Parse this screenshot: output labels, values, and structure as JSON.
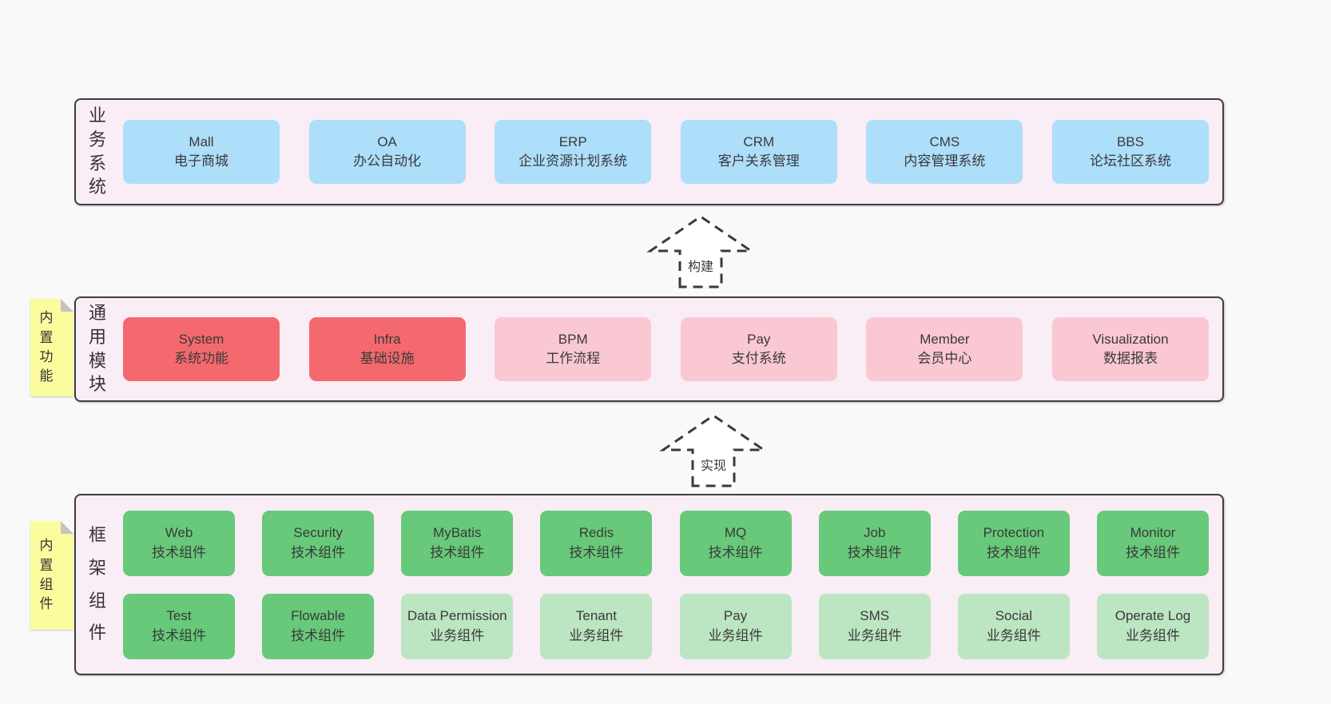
{
  "page": {
    "background": "#f9f9f9",
    "panel_background": "#f9edf6",
    "panel_border": "#3f3f3f",
    "note_background": "#fbfc9e",
    "note_fold": "#c4c4c4",
    "text_color": "#3a3a3a"
  },
  "colors": {
    "blue": "#addefa",
    "red": "#f4696e",
    "pink": "#fac8d2",
    "green": "#67c979",
    "lightgreen": "#bce5c2"
  },
  "arrows": [
    {
      "label": "构建"
    },
    {
      "label": "实现"
    }
  ],
  "sections": [
    {
      "id": "business-systems",
      "side_label": "业务系统",
      "note": null,
      "rows": [
        [
          {
            "title": "Mall",
            "subtitle": "电子商城",
            "variant": "blue"
          },
          {
            "title": "OA",
            "subtitle": "办公自动化",
            "variant": "blue"
          },
          {
            "title": "ERP",
            "subtitle": "企业资源计划系统",
            "variant": "blue"
          },
          {
            "title": "CRM",
            "subtitle": "客户关系管理",
            "variant": "blue"
          },
          {
            "title": "CMS",
            "subtitle": "内容管理系统",
            "variant": "blue"
          },
          {
            "title": "BBS",
            "subtitle": "论坛社区系统",
            "variant": "blue"
          }
        ]
      ]
    },
    {
      "id": "common-modules",
      "side_label": "通用模块",
      "note": "内置功能",
      "rows": [
        [
          {
            "title": "System",
            "subtitle": "系统功能",
            "variant": "red"
          },
          {
            "title": "Infra",
            "subtitle": "基础设施",
            "variant": "red"
          },
          {
            "title": "BPM",
            "subtitle": "工作流程",
            "variant": "pink"
          },
          {
            "title": "Pay",
            "subtitle": "支付系统",
            "variant": "pink"
          },
          {
            "title": "Member",
            "subtitle": "会员中心",
            "variant": "pink"
          },
          {
            "title": "Visualization",
            "subtitle": "数据报表",
            "variant": "pink"
          }
        ]
      ]
    },
    {
      "id": "framework-components",
      "side_label": "框架组件",
      "note": "内置组件",
      "rows": [
        [
          {
            "title": "Web",
            "subtitle": "技术组件",
            "variant": "green"
          },
          {
            "title": "Security",
            "subtitle": "技术组件",
            "variant": "green"
          },
          {
            "title": "MyBatis",
            "subtitle": "技术组件",
            "variant": "green"
          },
          {
            "title": "Redis",
            "subtitle": "技术组件",
            "variant": "green"
          },
          {
            "title": "MQ",
            "subtitle": "技术组件",
            "variant": "green"
          },
          {
            "title": "Job",
            "subtitle": "技术组件",
            "variant": "green"
          },
          {
            "title": "Protection",
            "subtitle": "技术组件",
            "variant": "green"
          },
          {
            "title": "Monitor",
            "subtitle": "技术组件",
            "variant": "green"
          }
        ],
        [
          {
            "title": "Test",
            "subtitle": "技术组件",
            "variant": "green"
          },
          {
            "title": "Flowable",
            "subtitle": "技术组件",
            "variant": "green"
          },
          {
            "title": "Data Permission",
            "subtitle": "业务组件",
            "variant": "lightgreen"
          },
          {
            "title": "Tenant",
            "subtitle": "业务组件",
            "variant": "lightgreen"
          },
          {
            "title": "Pay",
            "subtitle": "业务组件",
            "variant": "lightgreen"
          },
          {
            "title": "SMS",
            "subtitle": "业务组件",
            "variant": "lightgreen"
          },
          {
            "title": "Social",
            "subtitle": "业务组件",
            "variant": "lightgreen"
          },
          {
            "title": "Operate Log",
            "subtitle": "业务组件",
            "variant": "lightgreen"
          }
        ]
      ]
    }
  ]
}
